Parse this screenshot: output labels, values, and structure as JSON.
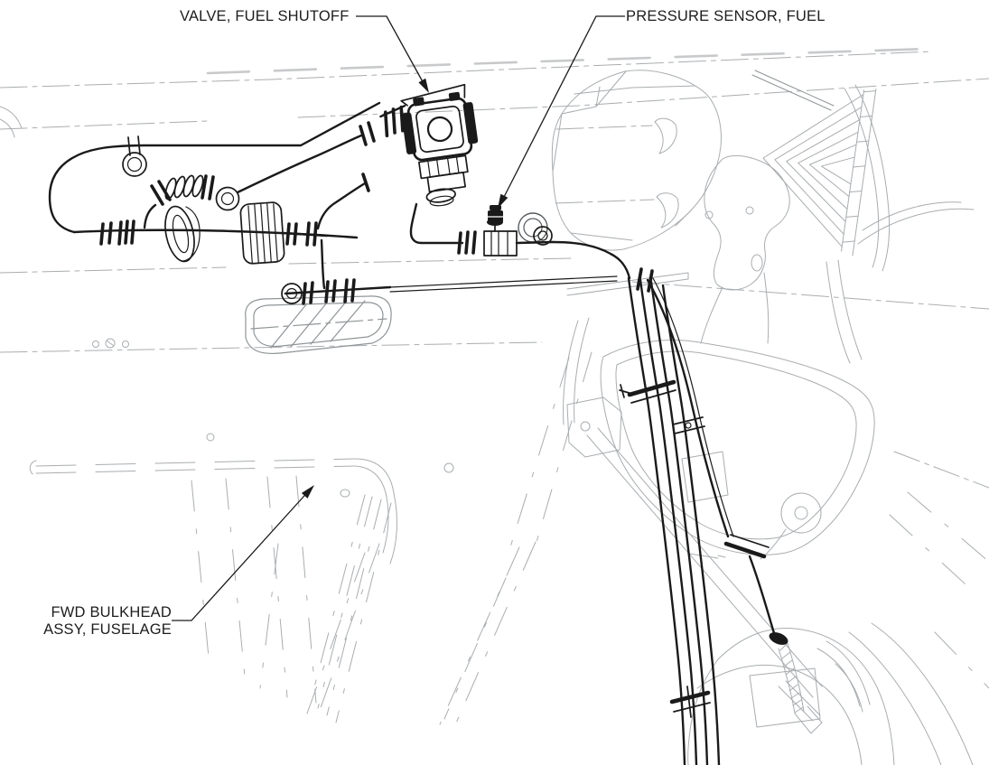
{
  "diagram": {
    "description": "Aircraft fuel system installation line drawing",
    "callouts": {
      "valve": {
        "label": "VALVE, FUEL SHUTOFF"
      },
      "pressure_sensor": {
        "label": "PRESSURE SENSOR, FUEL"
      },
      "fwd_bulkhead": {
        "line1": "FWD BULKHEAD",
        "line2": "ASSY, FUSELAGE"
      }
    },
    "colors": {
      "ink": "#1a1a1a",
      "structure_light": "#a9adb0",
      "structure_mid": "#8f9497",
      "background": "#ffffff"
    }
  }
}
